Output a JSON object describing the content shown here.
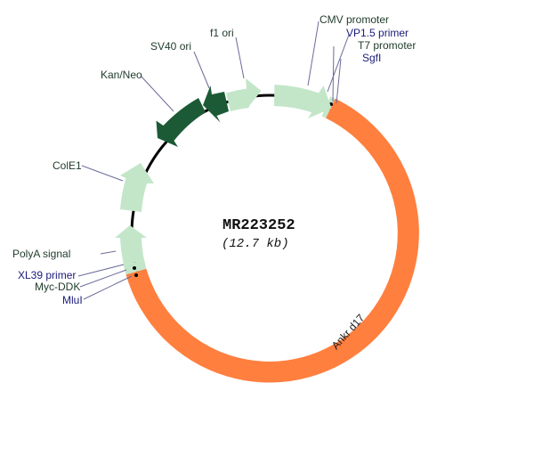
{
  "plasmid": {
    "name": "MR223252",
    "size": "(12.7 kb)"
  },
  "colors": {
    "insert": "#ff7f3f",
    "light_feature": "#c3e6c9",
    "dark_feature": "#1c5a36",
    "backbone": "#000000",
    "label_dark": "#1f3a2a",
    "label_blue": "#1a1a7a",
    "leader_line": "#6b6b9a"
  },
  "features": [
    {
      "name": "CMV promoter",
      "type": "promoter",
      "color": "light"
    },
    {
      "name": "VP1.5 primer",
      "type": "primer",
      "color": "blue-label"
    },
    {
      "name": "T7 promoter",
      "type": "promoter",
      "color": "light"
    },
    {
      "name": "SgfI",
      "type": "restriction-site",
      "color": "blue-label"
    },
    {
      "name": "Ankrd17",
      "type": "insert",
      "color": "orange"
    },
    {
      "name": "MluI",
      "type": "restriction-site",
      "color": "blue-label"
    },
    {
      "name": "Myc-DDK",
      "type": "tag",
      "color": "light"
    },
    {
      "name": "XL39 primer",
      "type": "primer",
      "color": "blue-label"
    },
    {
      "name": "PolyA signal",
      "type": "terminator",
      "color": "light"
    },
    {
      "name": "ColE1",
      "type": "origin",
      "color": "light"
    },
    {
      "name": "Kan/Neo",
      "type": "resistance",
      "color": "dark"
    },
    {
      "name": "SV40 ori",
      "type": "origin",
      "color": "dark"
    },
    {
      "name": "f1 ori",
      "type": "origin",
      "color": "light"
    }
  ],
  "labels": {
    "cmv": "CMV promoter",
    "vp15": "VP1.5 primer",
    "t7": "T7 promoter",
    "sgfi": "SgfI",
    "f1": "f1 ori",
    "sv40": "SV40 ori",
    "kanneo": "Kan/Neo",
    "cole1": "ColE1",
    "polya": "PolyA signal",
    "xl39": "XL39 primer",
    "mycddk": "Myc-DDK",
    "mlui": "MluI",
    "insert": "Ankr d17"
  }
}
